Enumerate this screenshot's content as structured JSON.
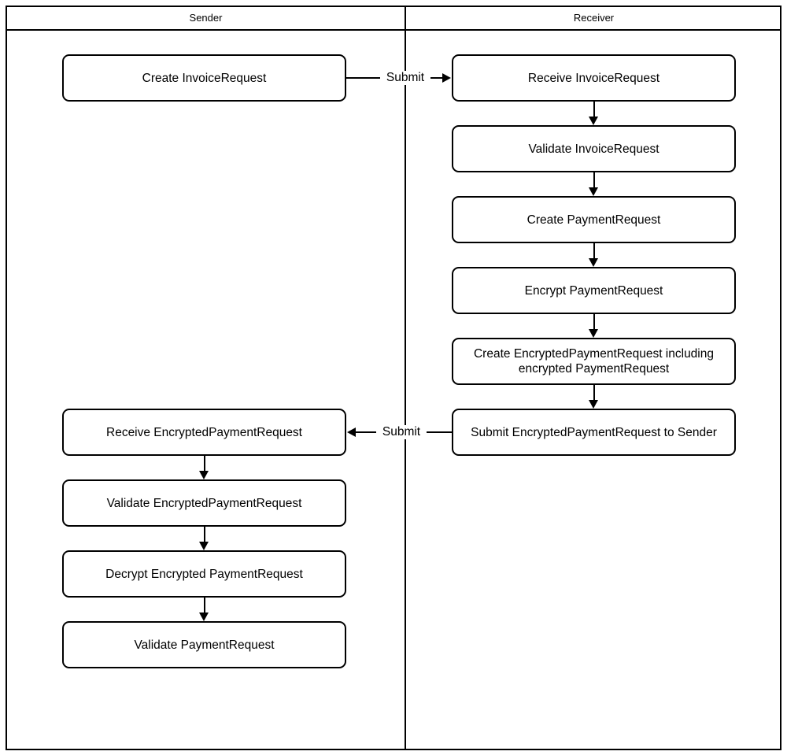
{
  "diagram": {
    "type": "swimlane-flowchart",
    "lanes": [
      {
        "id": "sender",
        "title": "Sender"
      },
      {
        "id": "receiver",
        "title": "Receiver"
      }
    ],
    "nodes": {
      "sender": [
        {
          "id": "s1",
          "label": "Create InvoiceRequest"
        },
        {
          "id": "s2",
          "label": "Receive EncryptedPaymentRequest"
        },
        {
          "id": "s3",
          "label": "Validate EncryptedPaymentRequest"
        },
        {
          "id": "s4",
          "label": "Decrypt Encrypted PaymentRequest"
        },
        {
          "id": "s5",
          "label": "Validate PaymentRequest"
        }
      ],
      "receiver": [
        {
          "id": "r1",
          "label": "Receive InvoiceRequest"
        },
        {
          "id": "r2",
          "label": "Validate InvoiceRequest"
        },
        {
          "id": "r3",
          "label": "Create PaymentRequest"
        },
        {
          "id": "r4",
          "label": "Encrypt PaymentRequest"
        },
        {
          "id": "r5",
          "label": "Create EncryptedPaymentRequest including encrypted PaymentRequest"
        },
        {
          "id": "r6",
          "label": "Submit EncryptedPaymentRequest to Sender"
        }
      ]
    },
    "edge_labels": {
      "submit_to_receiver": "Submit",
      "submit_to_sender": "Submit"
    },
    "colors": {
      "stroke": "#000000",
      "fill": "#ffffff",
      "text": "#000000"
    }
  }
}
